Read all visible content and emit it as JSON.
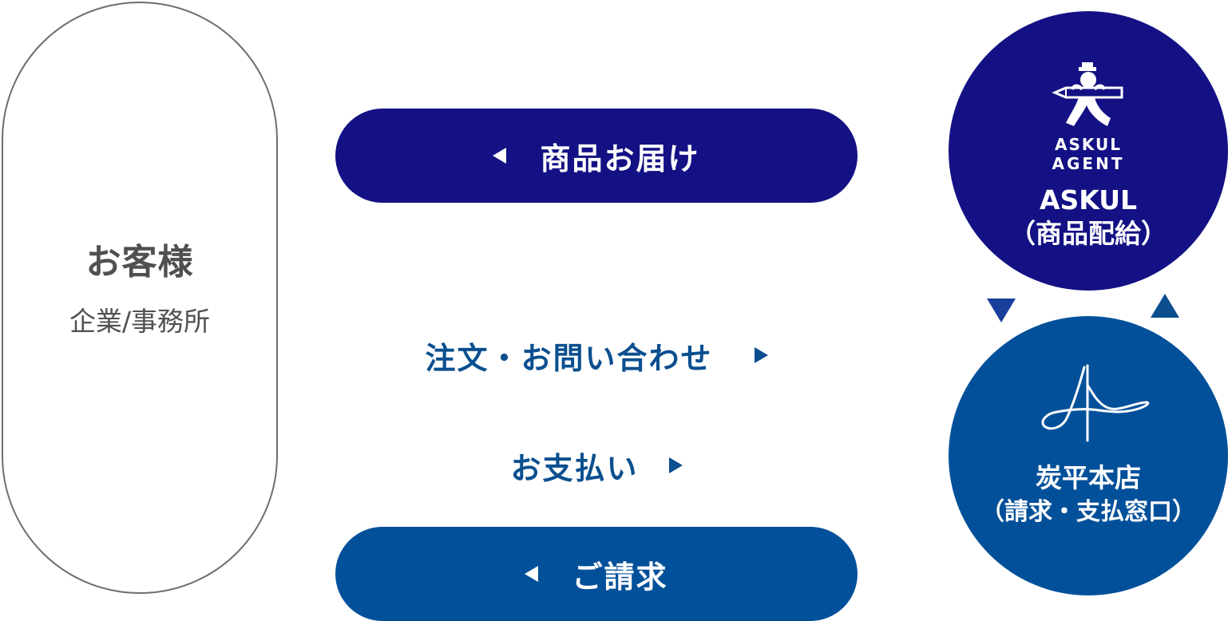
{
  "customer": {
    "title": "お客様",
    "subtitle": "企業/事務所"
  },
  "flows": {
    "delivery": {
      "label": "商品お届け",
      "direction": "left",
      "color": "#131184"
    },
    "order": {
      "label": "注文・お問い合わせ",
      "direction": "right",
      "color": "#0b4f8f"
    },
    "payment": {
      "label": "お支払い",
      "direction": "right",
      "color": "#0b4f8f"
    },
    "billing": {
      "label": "ご請求",
      "direction": "left",
      "color": "#03509a"
    }
  },
  "askul": {
    "logo_line1": "ASKUL",
    "logo_line2": "AGENT",
    "name": "ASKUL",
    "role": "（商品配給）",
    "color": "#131184"
  },
  "sumi": {
    "logo_icon": "signature-logo-icon",
    "name": "炭平本店",
    "role": "（請求・支払窓口）",
    "color": "#03509a"
  }
}
